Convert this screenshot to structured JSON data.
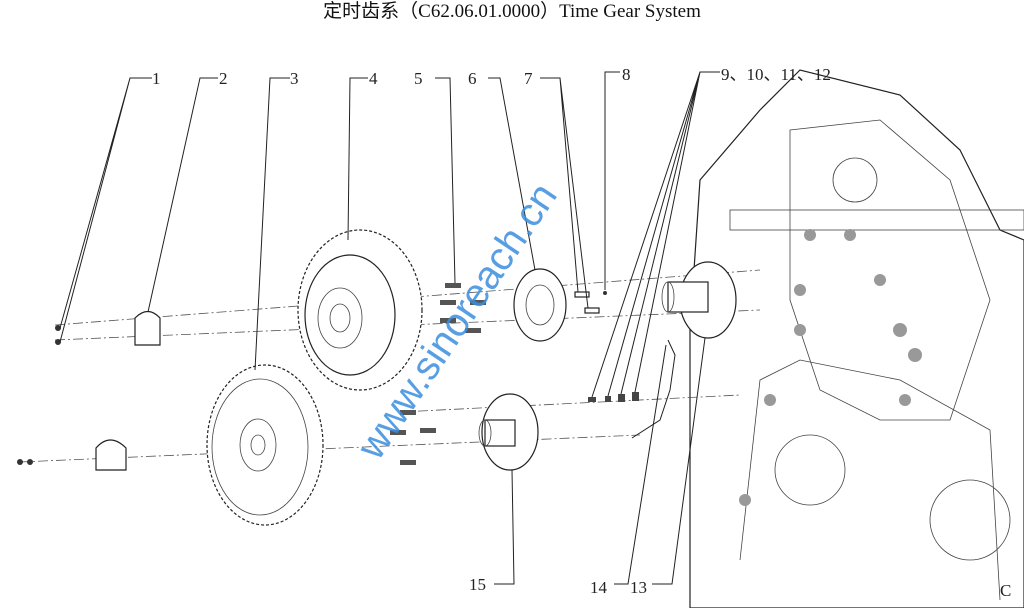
{
  "title": "定时齿系（C62.06.01.0000）Time Gear System",
  "watermark": "www.sinoreach.cn",
  "callouts": [
    "1",
    "2",
    "3",
    "4",
    "5",
    "6",
    "7",
    "8",
    "9、10、11、12",
    "15",
    "14",
    "13"
  ],
  "corner_marks": [
    "C"
  ]
}
